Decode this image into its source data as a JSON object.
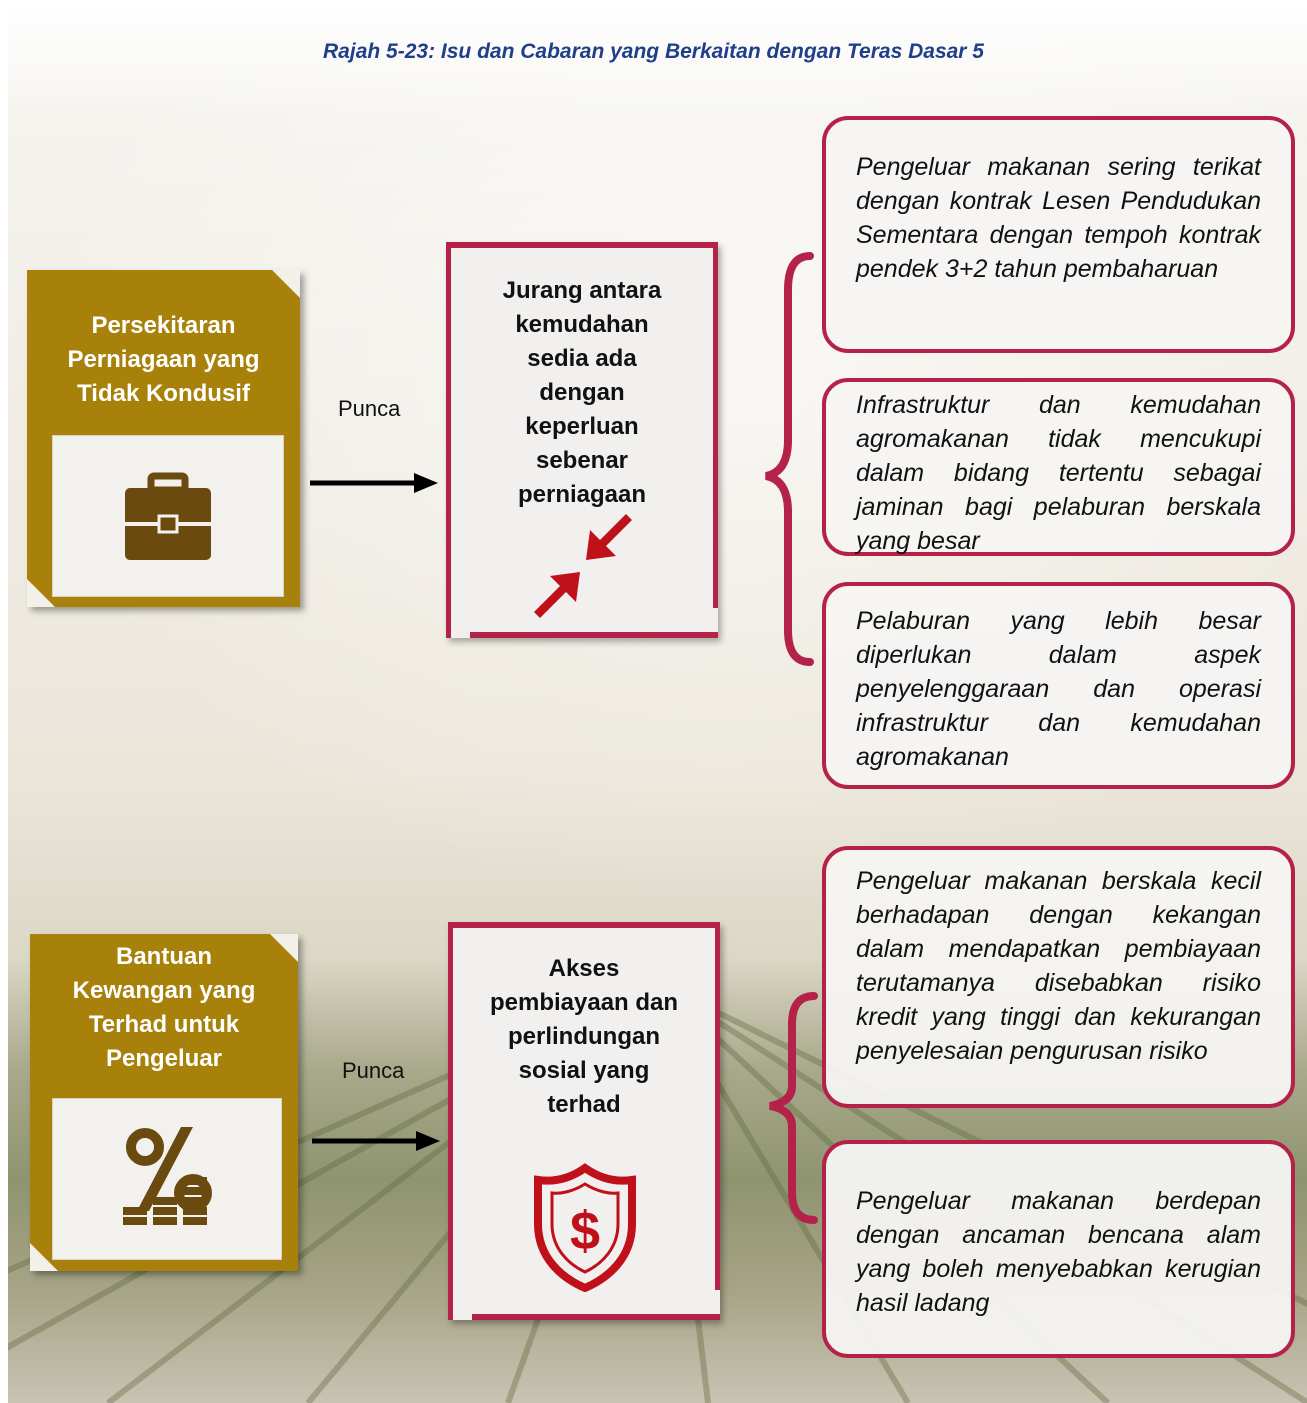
{
  "title": "Rajah 5-23: Isu dan Cabaran yang Berkaitan dengan Teras Dasar 5",
  "colors": {
    "title": "#1f3f8a",
    "gold": "#a7810a",
    "crimson": "#b4224a",
    "arrow_red": "#c0101a"
  },
  "sections": [
    {
      "cause_title": [
        "Persekitaran",
        "Perniagaan yang",
        "Tidak Kondusif"
      ],
      "cause_icon": "briefcase-icon",
      "connector_label": "Punca",
      "issue_title": [
        "Jurang antara",
        "kemudahan",
        "sedia ada",
        "dengan",
        "keperluan",
        "sebenar",
        "perniagaan"
      ],
      "issue_icon": "converging-arrows-icon",
      "details": [
        "Pengeluar makanan sering terikat dengan kontrak Lesen Pendudukan Sementara dengan tempoh kontrak pendek 3+2 tahun pembaharuan",
        "Infrastruktur dan kemudahan agromakanan tidak mencukupi dalam bidang tertentu sebagai jaminan bagi pelaburan berskala yang besar",
        "Pelaburan yang lebih besar diperlukan dalam aspek penyelenggaraan dan operasi infrastruktur dan kemudahan agromakanan"
      ]
    },
    {
      "cause_title": [
        "Bantuan",
        "Kewangan yang",
        "Terhad untuk",
        "Pengeluar"
      ],
      "cause_icon": "percent-coins-icon",
      "connector_label": "Punca",
      "issue_title": [
        "Akses",
        "pembiayaan dan",
        "perlindungan",
        "sosial yang",
        "terhad"
      ],
      "issue_icon": "shield-dollar-icon",
      "details": [
        "Pengeluar makanan berskala kecil berhadapan dengan kekangan dalam mendapatkan pembiayaan terutamanya disebabkan risiko kredit yang tinggi dan kekurangan penyelesaian pengurusan risiko",
        "Pengeluar makanan berdepan dengan ancaman bencana alam yang boleh menyebabkan kerugian hasil ladang"
      ]
    }
  ]
}
